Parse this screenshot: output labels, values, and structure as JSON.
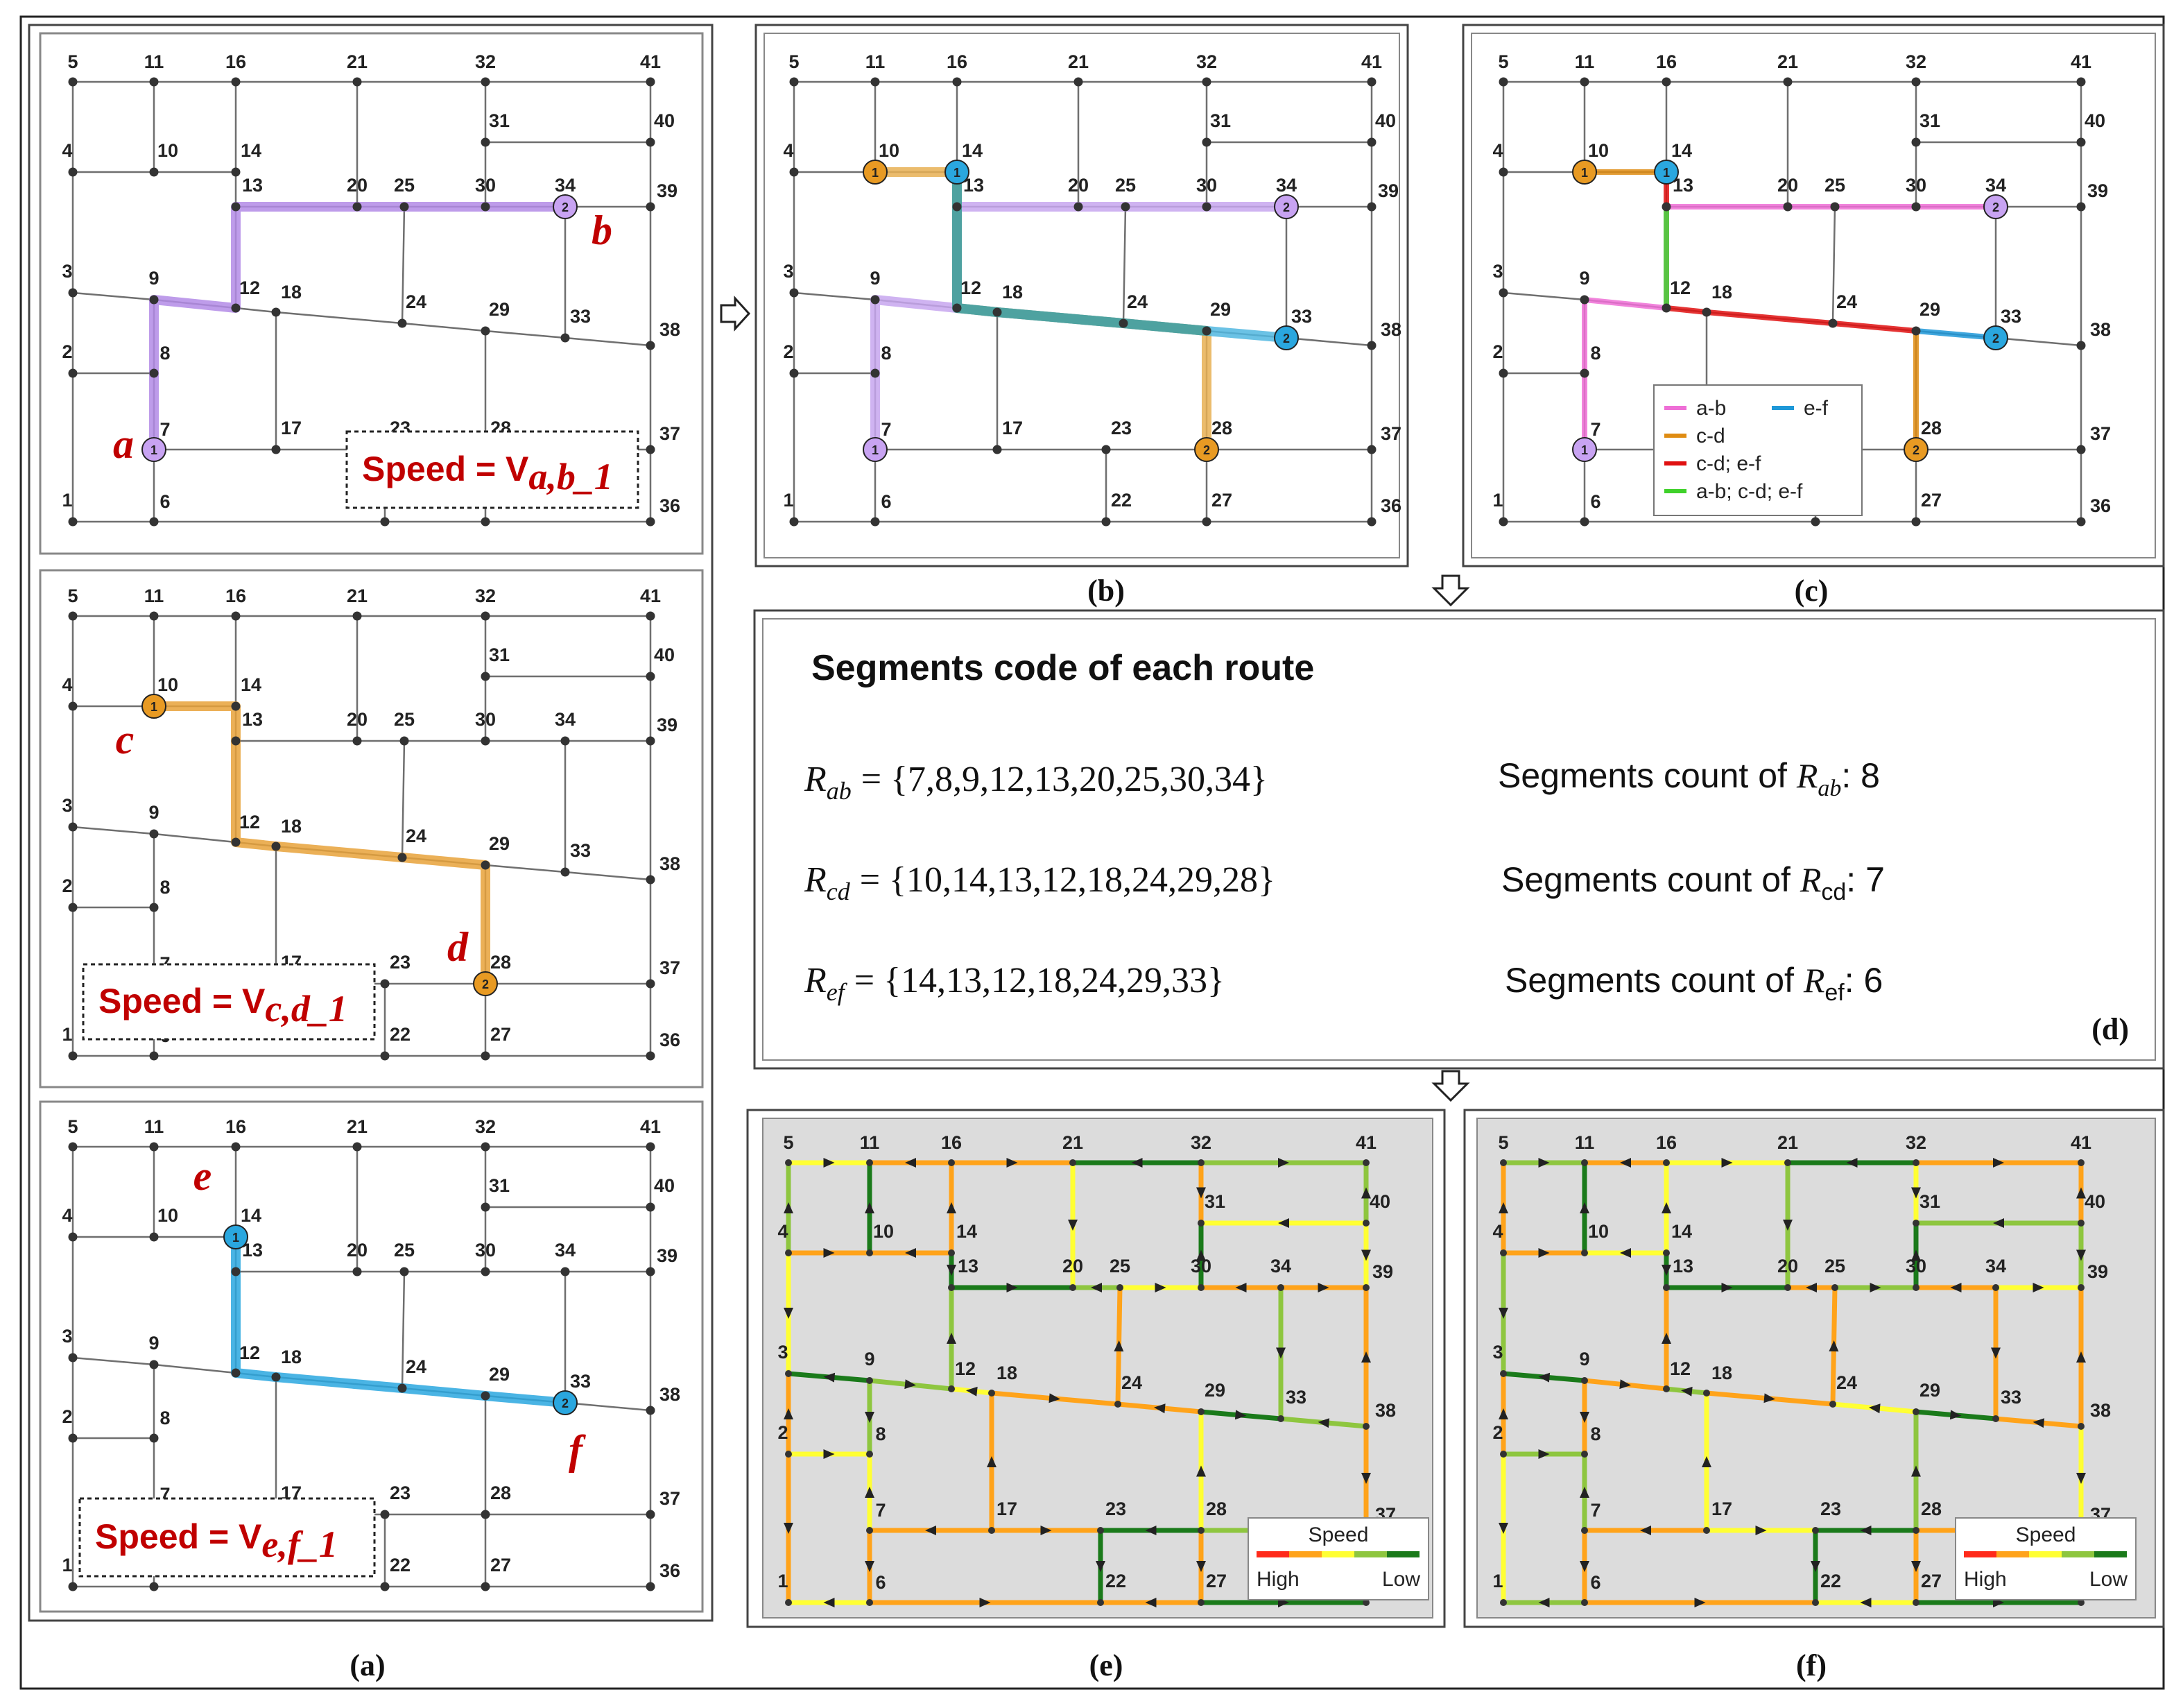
{
  "captions": {
    "a": "(a)",
    "b": "(b)",
    "c": "(c)",
    "d": "(d)",
    "e": "(e)",
    "f": "(f)"
  },
  "panel_a1": {
    "start": "a",
    "end": "b",
    "start_mark": "1",
    "end_mark": "2",
    "speed_prefix": "Speed = V",
    "speed_sub": "a,b_1",
    "route_color": "#b38be6"
  },
  "panel_a2": {
    "start": "c",
    "end": "d",
    "start_mark": "1",
    "end_mark": "2",
    "speed_prefix": "Speed = V",
    "speed_sub": "c,d_1",
    "route_color": "#e8a23a"
  },
  "panel_a3": {
    "start": "e",
    "end": "f",
    "start_mark": "1",
    "end_mark": "2",
    "speed_prefix": "Speed = V",
    "speed_sub": "e,f_1",
    "route_color": "#2aa7df"
  },
  "legend_c": {
    "items": [
      "a-b",
      "e-f",
      "c-d",
      "c-d; e-f",
      "a-b; c-d; e-f"
    ],
    "colors": [
      "#ee6fd6",
      "#1e98d8",
      "#df8c12",
      "#e01010",
      "#3fd12a"
    ]
  },
  "panel_d": {
    "title": "Segments code of each route",
    "routes": [
      {
        "name": "R",
        "sub": "ab",
        "set": "= {7,8,9,12,13,20,25,30,34}",
        "count_label": "Segments count of ",
        "count_sub": "ab",
        "count": ": 8"
      },
      {
        "name": "R",
        "sub": "cd",
        "set": "= {10,14,13,12,18,24,29,28}",
        "count_label": "Segments count of ",
        "count_sub": "cd",
        "count": ": 7"
      },
      {
        "name": "R",
        "sub": "ef",
        "set": "= {14,13,12,18,24,29,33}",
        "count_label": "Segments count of ",
        "count_sub": "ef",
        "count": ": 6"
      }
    ],
    "tag": "(d)"
  },
  "speed_legend": {
    "title": "Speed",
    "high": "High",
    "low": "Low",
    "colors": [
      "#ff2a1a",
      "#ffa31a",
      "#ffff33",
      "#8ec63f",
      "#1a7a1a"
    ]
  },
  "nodes": [
    "1",
    "2",
    "3",
    "4",
    "5",
    "6",
    "7",
    "8",
    "9",
    "10",
    "11",
    "12",
    "13",
    "14",
    "16",
    "17",
    "18",
    "20",
    "21",
    "22",
    "23",
    "24",
    "25",
    "27",
    "28",
    "29",
    "30",
    "31",
    "32",
    "33",
    "34",
    "36",
    "37",
    "38",
    "39",
    "40",
    "41"
  ]
}
